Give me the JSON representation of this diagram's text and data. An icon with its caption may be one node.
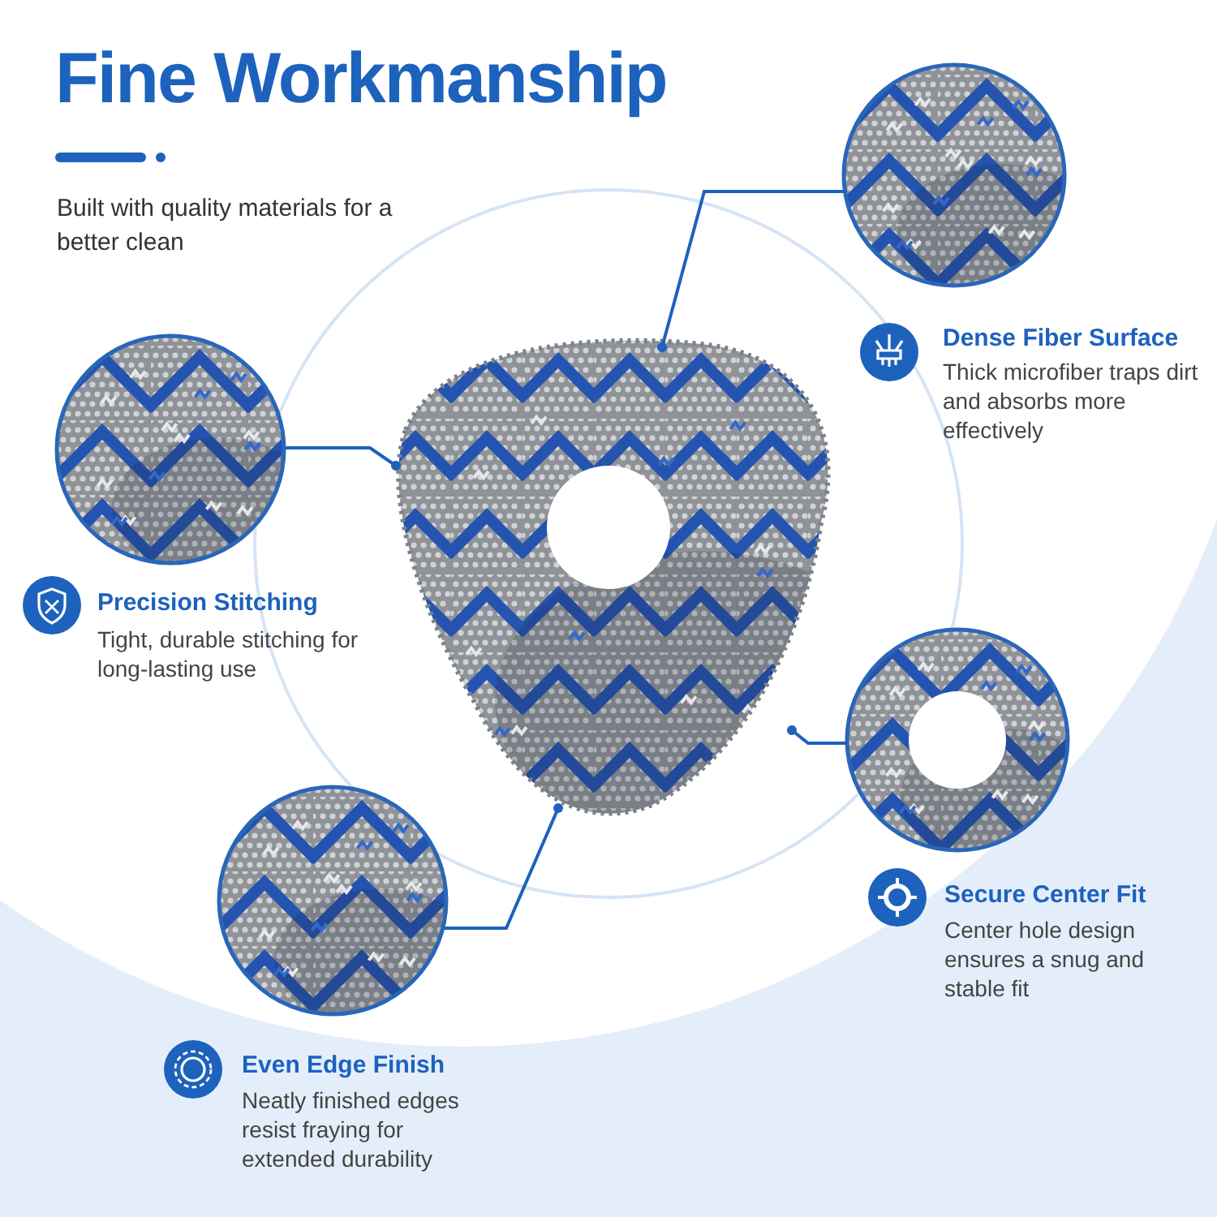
{
  "diagram": {
    "title": "Fine Workmanship",
    "nodes": [
      {
        "text": [],
        "shape": "picture"
      },
      {
        "text": [],
        "shape": "picture",
        "beside": [
          "Dense Fiber Surface",
          "Thick microfiber traps dirt and absorbs more effectively"
        ]
      },
      {
        "text": [],
        "shape": "picture",
        "beside": [
          "Precision Stitching",
          "Tight, durable stitching for long-lasting use"
        ]
      },
      {
        "text": [],
        "shape": "picture",
        "beside": [
          "Secure Center Fit",
          "Center hole design ensures a snug and stable fit"
        ]
      },
      {
        "text": [],
        "shape": "picture",
        "beside": [
          "Even Edge Finish",
          "Neatly finished edges resist fraying for extended durability"
        ]
      }
    ],
    "edges": [
      {
        "from": 1,
        "to": 0,
        "arrow": "other"
      },
      {
        "from": 2,
        "to": 0,
        "arrow": "other"
      },
      {
        "from": 3,
        "to": 0,
        "arrow": "other"
      },
      {
        "from": 4,
        "to": 0,
        "arrow": "other"
      }
    ],
    "labels": [
      "Built with quality materials for a better clean"
    ]
  }
}
